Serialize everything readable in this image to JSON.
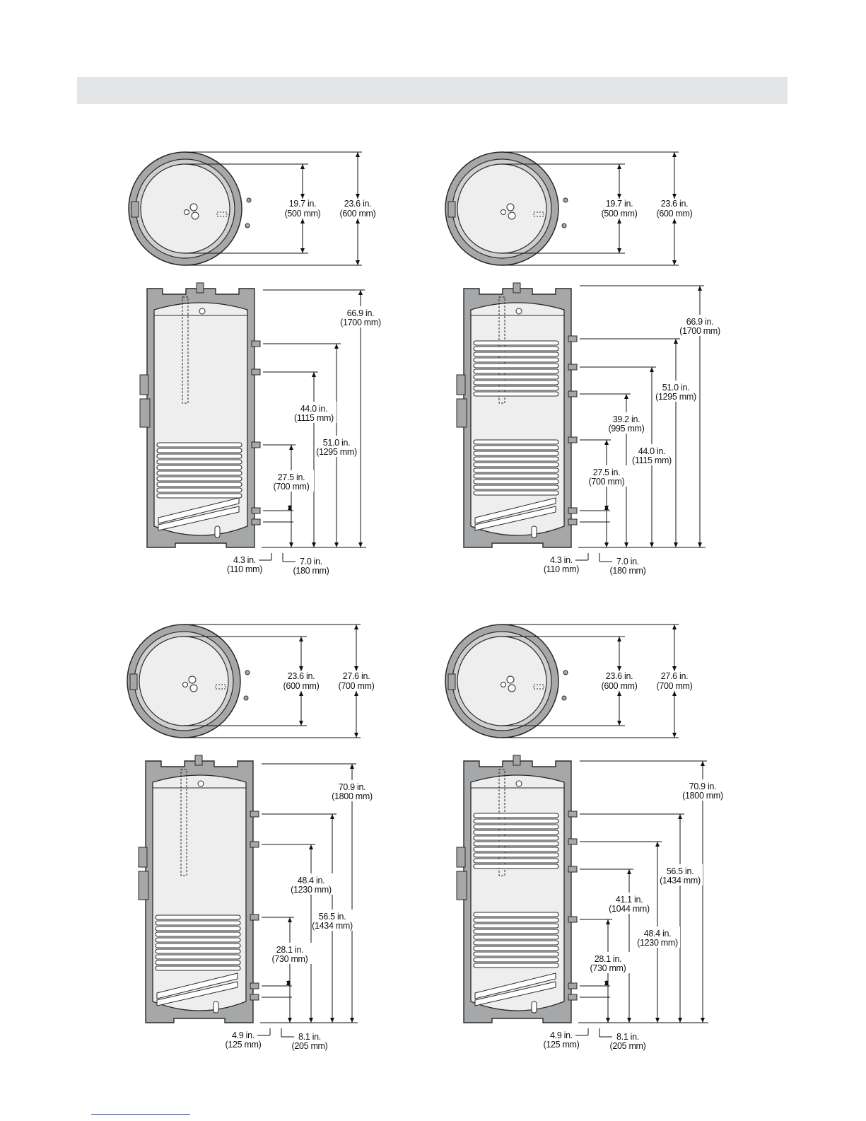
{
  "colors": {
    "insulation": "#a6a7a9",
    "tank": "#eeeeee",
    "outline": "#2a2a2a",
    "header_bar": "#e4e5e6"
  },
  "diagrams": [
    {
      "id": "single-coil-500",
      "top_inner_in": "19.7 in.",
      "top_inner_mm": "(500 mm)",
      "top_outer_in": "23.6 in.",
      "top_outer_mm": "(600 mm)",
      "dims": [
        {
          "in": "66.9 in.",
          "mm": "(1700 mm)"
        },
        {
          "in": "51.0 in.",
          "mm": "(1295 mm)"
        },
        {
          "in": "44.0 in.",
          "mm": "(1115 mm)"
        },
        {
          "in": "27.5 in.",
          "mm": "(700 mm)"
        }
      ],
      "bottom_left_in": "4.3 in.",
      "bottom_left_mm": "(110 mm)",
      "bottom_right_in": "7.0 in.",
      "bottom_right_mm": "(180 mm)"
    },
    {
      "id": "twin-coil-500",
      "top_inner_in": "19.7 in.",
      "top_inner_mm": "(500 mm)",
      "top_outer_in": "23.6 in.",
      "top_outer_mm": "(600 mm)",
      "dims": [
        {
          "in": "66.9 in.",
          "mm": "(1700 mm)"
        },
        {
          "in": "51.0 in.",
          "mm": "(1295 mm)"
        },
        {
          "in": "44.0 in.",
          "mm": "(1115 mm)"
        },
        {
          "in": "39.2 in.",
          "mm": "(995 mm)"
        },
        {
          "in": "27.5 in.",
          "mm": "(700 mm)"
        }
      ],
      "bottom_left_in": "4.3 in.",
      "bottom_left_mm": "(110 mm)",
      "bottom_right_in": "7.0 in.",
      "bottom_right_mm": "(180 mm)"
    },
    {
      "id": "single-coil-600",
      "top_inner_in": "23.6 in.",
      "top_inner_mm": "(600 mm)",
      "top_outer_in": "27.6 in.",
      "top_outer_mm": "(700 mm)",
      "dims": [
        {
          "in": "70.9 in.",
          "mm": "(1800 mm)"
        },
        {
          "in": "56.5 in.",
          "mm": "(1434 mm)"
        },
        {
          "in": "48.4 in.",
          "mm": "(1230 mm)"
        },
        {
          "in": "28.1 in.",
          "mm": "(730 mm)"
        }
      ],
      "bottom_left_in": "4.9 in.",
      "bottom_left_mm": "(125 mm)",
      "bottom_right_in": "8.1 in.",
      "bottom_right_mm": "(205 mm)"
    },
    {
      "id": "twin-coil-600",
      "top_inner_in": "23.6 in.",
      "top_inner_mm": "(600 mm)",
      "top_outer_in": "27.6 in.",
      "top_outer_mm": "(700 mm)",
      "dims": [
        {
          "in": "70.9 in.",
          "mm": "(1800 mm)"
        },
        {
          "in": "56.5 in.",
          "mm": "(1434 mm)"
        },
        {
          "in": "48.4 in.",
          "mm": "(1230 mm)"
        },
        {
          "in": "41.1 in.",
          "mm": "(1044 mm)"
        },
        {
          "in": "28.1 in.",
          "mm": "(730 mm)"
        }
      ],
      "bottom_left_in": "4.9 in.",
      "bottom_left_mm": "(125 mm)",
      "bottom_right_in": "8.1 in.",
      "bottom_right_mm": "(205 mm)"
    }
  ]
}
